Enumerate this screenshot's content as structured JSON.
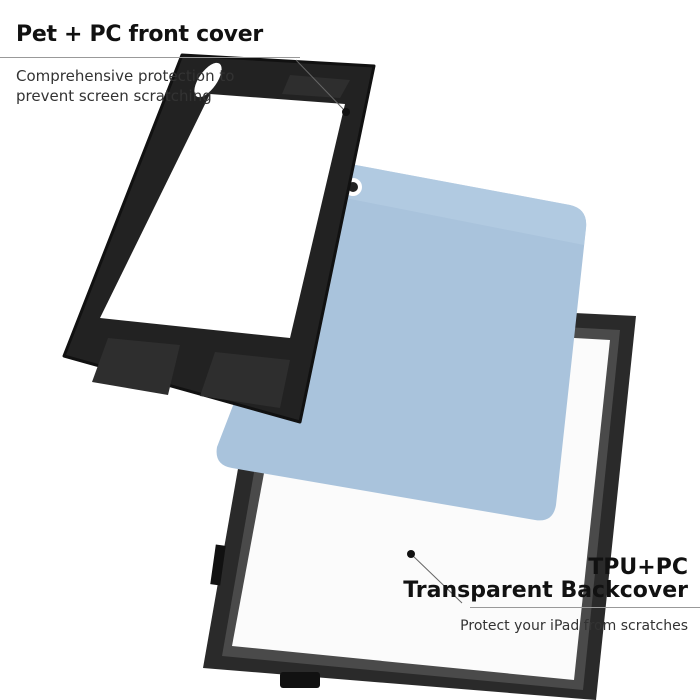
{
  "front_cover": {
    "title": "Pet + PC front cover",
    "description_line1": "Comprehensive protection to",
    "description_line2": "prevent screen scratching"
  },
  "back_cover": {
    "title_line1": "TPU+PC",
    "title_line2": "Transparent Backcover",
    "description": "Protect your iPad from scratches"
  },
  "colors": {
    "frame": "#1f1f1f",
    "tablet": "#a9c3dc",
    "text": "#111111"
  }
}
